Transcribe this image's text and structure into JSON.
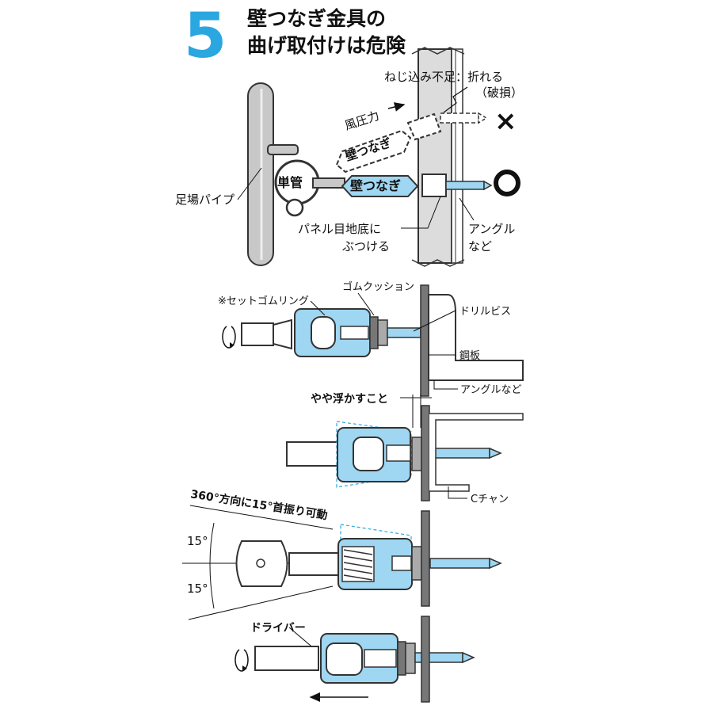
{
  "header": {
    "step_number": "5",
    "title_line1": "壁つなぎ金具の",
    "title_line2": "曲げ取付けは危険"
  },
  "top_diagram": {
    "label_scaffold_pipe": "足場パイプ",
    "label_single_pipe": "単管",
    "label_wall_tie_correct": "壁つなぎ",
    "label_wall_tie_wrong": "壁つなぎ",
    "label_wind_pressure": "風圧力",
    "label_insufficient_screw": "ねじ込み不足：折れる",
    "label_damage": "（破損）",
    "label_panel_joint_line1": "パネル目地底に",
    "label_panel_joint_line2": "ぶつける",
    "label_angle_line1": "アングル",
    "label_angle_line2": "など",
    "mark_wrong": "×",
    "mark_correct": "○"
  },
  "bottom_diagram": {
    "label_set_rubber_ring": "※セットゴムリング",
    "label_rubber_cushion": "ゴムクッション",
    "label_drill_screw": "ドリルビス",
    "label_steel_plate": "鋼板",
    "label_angle_etc": "アングルなど",
    "label_float_slightly": "やや浮かすこと",
    "label_c_channel": "Cチャン",
    "label_swing": "360°方向に15°首振り可動",
    "label_angle_top": "15°",
    "label_angle_bottom": "15°",
    "label_driver": "ドライバー"
  },
  "colors": {
    "accent_blue": "#2aa6e0",
    "light_blue": "#9fd6f2",
    "pipe_gray": "#c8c8c8",
    "dark_gray": "#777777"
  }
}
